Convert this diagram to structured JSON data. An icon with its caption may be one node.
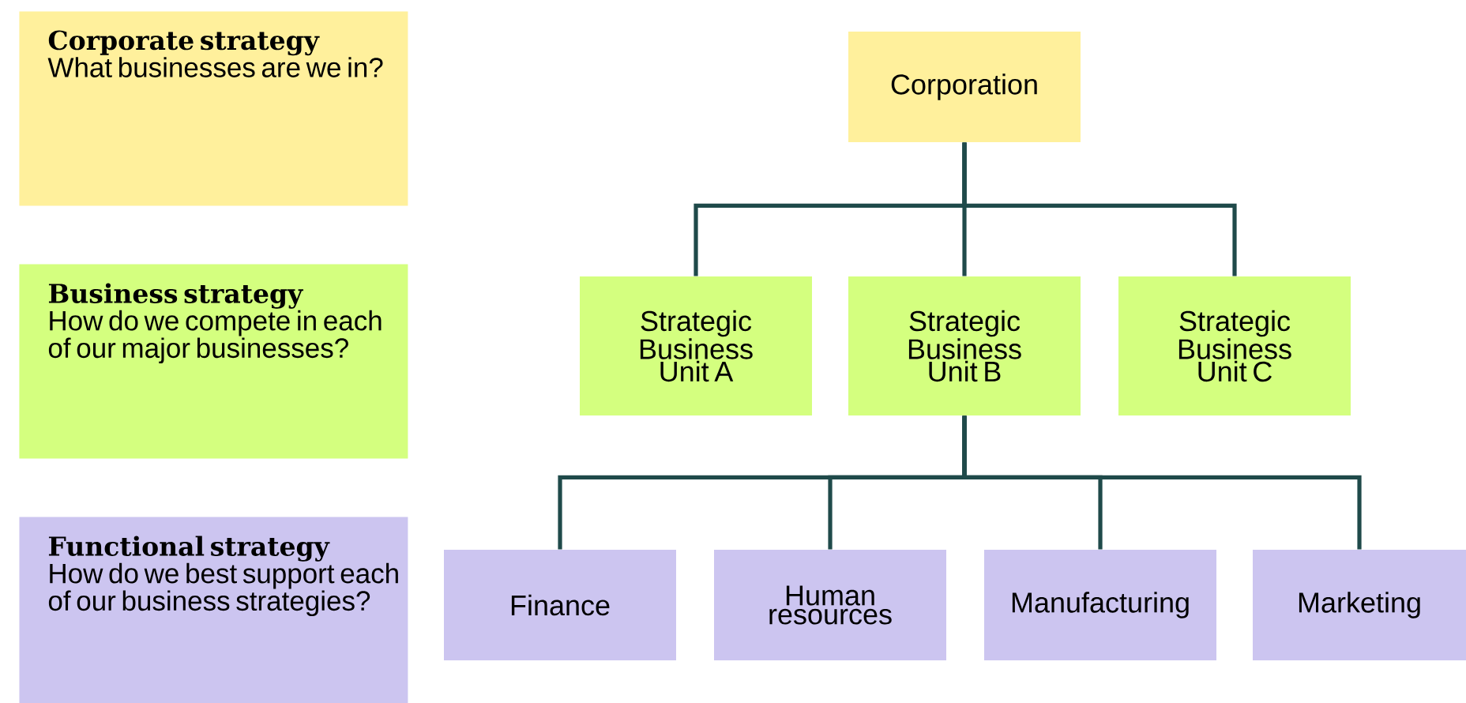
{
  "diagram": {
    "nodes": [
      {
        "text": [
          "Corporate strategy",
          "What businesses are we in?"
        ]
      },
      {
        "text": [
          "Business strategy",
          "How do we compete in each of our major businesses?"
        ]
      },
      {
        "text": [
          "Functional strategy",
          "How do we best support each of our business strategies?"
        ]
      },
      {
        "text": [
          "Corporation"
        ]
      },
      {
        "text": [
          "Strategic Business Unit A"
        ]
      },
      {
        "text": [
          "Strategic Business Unit B"
        ]
      },
      {
        "text": [
          "Strategic Business Unit C"
        ]
      },
      {
        "text": [
          "Finance"
        ]
      },
      {
        "text": [
          "Human resources"
        ]
      },
      {
        "text": [
          "Manufacturing"
        ]
      },
      {
        "text": [
          "Marketing"
        ]
      }
    ],
    "edges": [
      {
        "from": 3,
        "to": 4,
        "arrow": "none"
      },
      {
        "from": 3,
        "to": 5,
        "arrow": "none"
      },
      {
        "from": 3,
        "to": 6,
        "arrow": "none"
      },
      {
        "from": 5,
        "to": 7,
        "arrow": "none"
      },
      {
        "from": 5,
        "to": 8,
        "arrow": "none"
      },
      {
        "from": 5,
        "to": 9,
        "arrow": "none"
      },
      {
        "from": 5,
        "to": 10,
        "arrow": "none"
      }
    ]
  }
}
